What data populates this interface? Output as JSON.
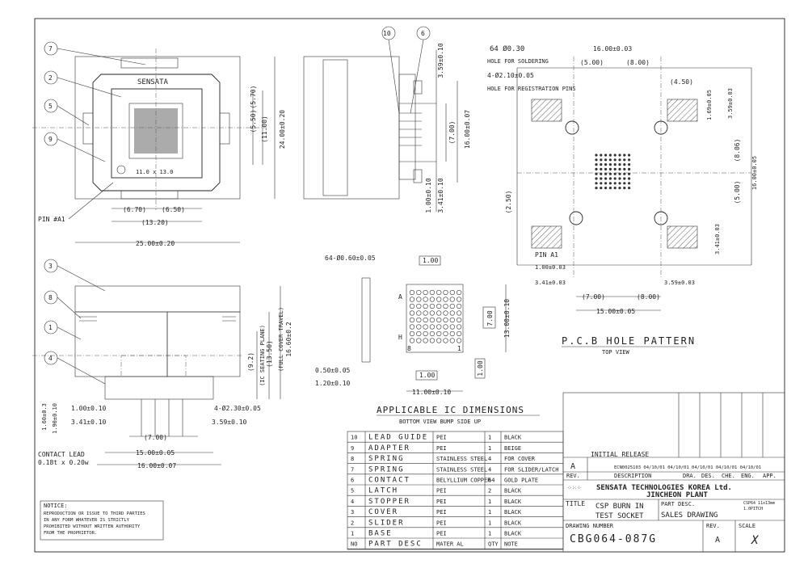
{
  "views": {
    "top_view": {
      "dims": [
        "24.00±0.20",
        "(5.50)",
        "(5.70)",
        "(11.00)",
        "(6.70)",
        "(6.50)",
        "(13.20)",
        "25.00±0.20",
        "11.0 x 13.0"
      ],
      "brand": "SENSATA",
      "pin_label": "PIN #A1",
      "callouts": [
        "7",
        "2",
        "5",
        "9"
      ]
    },
    "side_view": {
      "callouts": [
        "10",
        "6"
      ],
      "dims": [
        "3.59±0.10",
        "16.00±0.07",
        "(7.00)",
        "3.41±0.10",
        "1.00±0.10"
      ]
    },
    "front_view": {
      "callouts": [
        "3",
        "8",
        "1",
        "4"
      ],
      "dims": [
        "16.60±0.2",
        "(FULL COVER TRAVEL)",
        "(13.50)",
        "(IC SEATING PLANE)",
        "(9.2)",
        "1.00±0.10",
        "3.41±0.10",
        "4-Ø2.30±0.05",
        "3.59±0.10",
        "1.60±0.3",
        "1.90±0.10",
        "(7.00)",
        "15.00±0.05",
        "16.00±0.07"
      ],
      "contact_lead": [
        "CONTACT LEAD",
        "0.18t x 0.20w"
      ]
    },
    "ic_dims": {
      "ball_spec": "64-Ø0.60±0.05",
      "boxes": [
        "1.00",
        "7.00",
        "1.00",
        "1.00"
      ],
      "row_labels": [
        "A",
        "H",
        "8",
        "1"
      ],
      "dims": [
        "13.00±0.10",
        "0.50±0.05",
        "1.20±0.10",
        "11.00±0.10"
      ],
      "title": "APPLICABLE IC DIMENSIONS",
      "subtitle": "BOTTOM VIEW BUMP SIDE UP"
    },
    "pcb": {
      "dims": [
        "64 Ø0.30",
        "HOLE FOR SOLDERING",
        "4-Ø2.10±0.05",
        "HOLE FOR REGISTRATION PINS",
        "16.00±0.03",
        "(5.00)",
        "(8.00)",
        "(4.50)",
        "1.69±0.05",
        "3.59±0.03",
        "(8.06)",
        "(5.00)",
        "16.00±0.05",
        "(2.50)",
        "3.41±0.03",
        "PIN A1",
        "1.00±0.03",
        "3.41±0.03",
        "3.59±0.03",
        "(7.00)",
        "(8.00)",
        "15.00±0.05"
      ],
      "title": "P.C.B HOLE PATTERN",
      "subtitle": "TOP VIEW"
    }
  },
  "notice": {
    "title": "NOTICE:",
    "lines": [
      "REPRODUCTION OR ISSUE TO THIRD PARTIES",
      "IN ANY FORM WHATEVER IS STRICTLY",
      "PROHIBITED WITHOUT WRITTEN AUTHORITY",
      "FROM THE PROPRIETOR."
    ]
  },
  "parts": [
    {
      "no": "10",
      "name": "LEAD GUIDE",
      "mat": "PEI",
      "qty": "1",
      "note": "BLACK"
    },
    {
      "no": "9",
      "name": "ADAPTER",
      "mat": "PEI",
      "qty": "1",
      "note": "BEIGE"
    },
    {
      "no": "8",
      "name": "SPRING",
      "mat": "STAINLESS STEEL",
      "qty": "4",
      "note": "FOR COVER"
    },
    {
      "no": "7",
      "name": "SPRING",
      "mat": "STAINLESS STEEL",
      "qty": "4",
      "note": "FOR SLIDER/LATCH"
    },
    {
      "no": "6",
      "name": "CONTACT",
      "mat": "BELYLLIUM COPPER",
      "qty": "64",
      "note": "GOLD PLATE"
    },
    {
      "no": "5",
      "name": "LATCH",
      "mat": "PEI",
      "qty": "2",
      "note": "BLACK"
    },
    {
      "no": "4",
      "name": "STOPPER",
      "mat": "PEI",
      "qty": "1",
      "note": "BLACK"
    },
    {
      "no": "3",
      "name": "COVER",
      "mat": "PEI",
      "qty": "1",
      "note": "BLACK"
    },
    {
      "no": "2",
      "name": "SLIDER",
      "mat": "PEI",
      "qty": "1",
      "note": "BLACK"
    },
    {
      "no": "1",
      "name": "BASE",
      "mat": "PEI",
      "qty": "1",
      "note": "BLACK"
    }
  ],
  "parts_header": {
    "no": "NO",
    "name": "PART DESC",
    "mat": "MATER AL",
    "qty": "QTY",
    "note": "NOTE"
  },
  "title_block": {
    "rev_letter": "A",
    "initial_release": "INITIAL RELEASE",
    "release_meta": "ECN0025103 04/10/01 04/10/01 04/10/01 04/10/01 04/10/01",
    "rev_header": [
      "REV.",
      "DESCRIPTION",
      "DRA.",
      "DES.",
      "CHE.",
      "ENG.",
      "APP."
    ],
    "company": "SENSATA TECHNOLOGIES KOREA Ltd.",
    "plant": "JINCHEON PLANT",
    "title_label": "TITLE",
    "title_lines": [
      "CSP BURN IN",
      "TEST SOCKET"
    ],
    "part_desc_label": "PART DESC.",
    "part_desc": "SALES DRAWING",
    "part_note": [
      "CSP64 11x13mm",
      "1.0PITCH"
    ],
    "drawing_number_label": "DRAWING NUMBER",
    "drawing_number": "CBG064-087G",
    "rev_label": "REV.",
    "rev_value": "A",
    "scale_label": "SCALE",
    "scale_value": "X"
  }
}
